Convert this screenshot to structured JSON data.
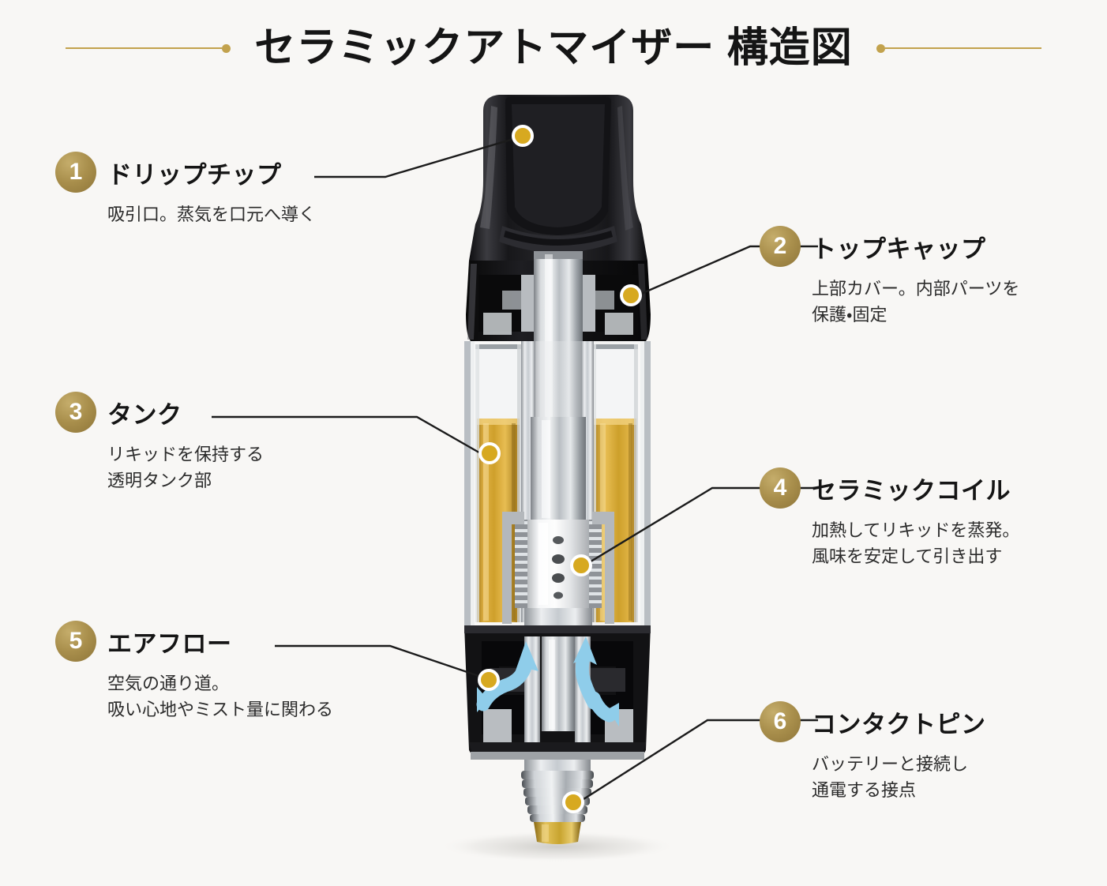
{
  "page": {
    "background_color": "#f8f7f5",
    "accent_gold": "#c2a24d",
    "badge_gold": "#a98f4c",
    "title": "セラミックアトマイザー 構造図",
    "title_rule_left": "decorative-rule-left",
    "title_rule_right": "decorative-rule-right"
  },
  "callouts": [
    {
      "number": "1",
      "title": "ドリップチップ",
      "desc": "吸引口。蒸気を口元へ導く",
      "side": "left"
    },
    {
      "number": "2",
      "title": "トップキャップ",
      "desc": "上部カバー。内部パーツを\n保護・固定",
      "side": "right"
    },
    {
      "number": "3",
      "title": "タンク",
      "desc": "リキッドを保持する\n透明タンク部",
      "side": "left"
    },
    {
      "number": "4",
      "title": "セラミックコイル",
      "desc": "加熱してリキッドを蒸発。\n風味を安定して引き出す",
      "side": "right"
    },
    {
      "number": "5",
      "title": "エアフロー",
      "desc": "空気の通り道。\n吸い心地やミスト量に関わる",
      "side": "left"
    },
    {
      "number": "6",
      "title": "コンタクトピン",
      "desc": "バッテリーと接続し\n通電する接点",
      "side": "right"
    }
  ],
  "device": {
    "name": "ceramic-atomizer-cutaway",
    "parts": {
      "drip_tip": "black-glossy-drip-tip",
      "top_cap": "black-top-cap",
      "chimney": "silver-center-chimney",
      "tank_glass": "transparent-glass-tank",
      "liquid": "amber-e-liquid",
      "ceramic_coil": "white-ceramic-coil-with-ports",
      "coil_windings": "spring-coil-windings",
      "airflow_arrows": "blue-airflow-arrows",
      "base": "black-airflow-base",
      "thread": "silver-510-thread",
      "contact_pin": "gold-contact-pin"
    },
    "colors": {
      "body_black": "#1d1d1f",
      "metal_silver": "#c9cccf",
      "liquid_amber": "#c69a28",
      "airflow_blue": "#7ec5e8",
      "pin_gold": "#c9a227",
      "marker_gold": "#d7a920"
    }
  }
}
